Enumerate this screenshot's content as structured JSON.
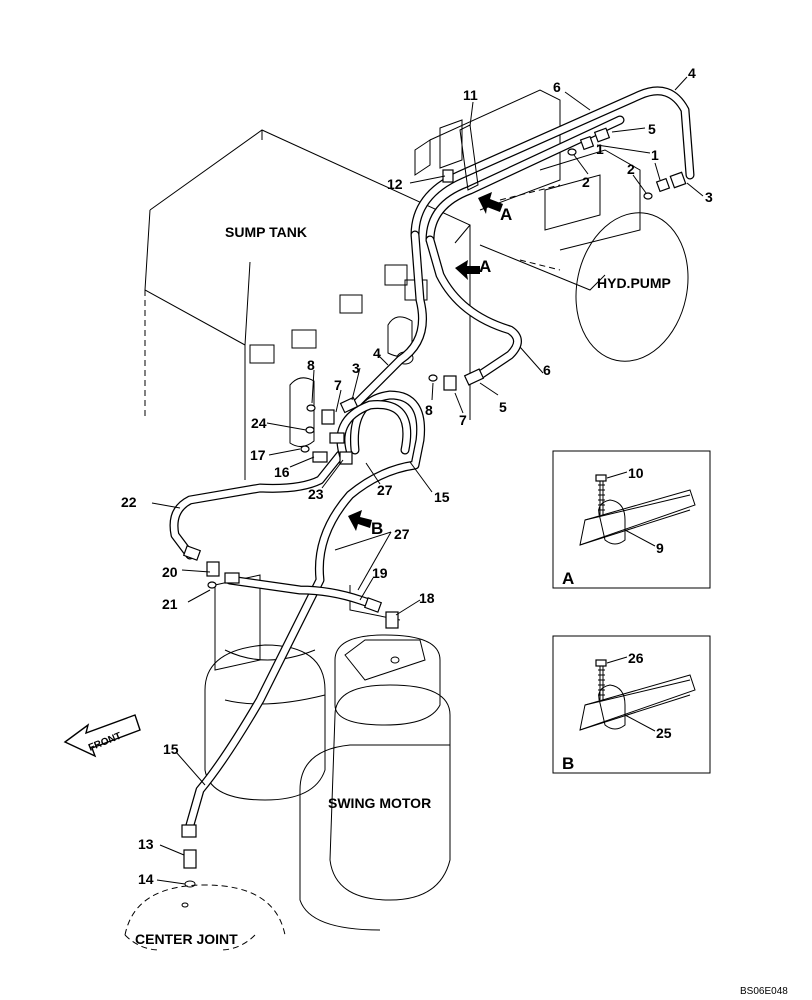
{
  "labels": {
    "sump_tank": "SUMP TANK",
    "hyd_pump": "HYD.PUMP",
    "swing_motor": "SWING MOTOR",
    "center_joint": "CENTER JOINT",
    "front": "FRONT",
    "figure_code": "BS06E048",
    "view_a": "A",
    "view_b": "B"
  },
  "callouts": {
    "c1a": "1",
    "c1b": "1",
    "c2a": "2",
    "c2b": "2",
    "c3a": "3",
    "c3b": "3",
    "c4a": "4",
    "c4b": "4",
    "c5a": "5",
    "c5b": "5",
    "c6a": "6",
    "c6b": "6",
    "c7a": "7",
    "c7b": "7",
    "c8a": "8",
    "c8b": "8",
    "c9": "9",
    "c10": "10",
    "c11": "11",
    "c12": "12",
    "c13": "13",
    "c14": "14",
    "c15a": "15",
    "c15b": "15",
    "c16": "16",
    "c17": "17",
    "c18": "18",
    "c19": "19",
    "c20": "20",
    "c21": "21",
    "c22": "22",
    "c23": "23",
    "c24": "24",
    "c25": "25",
    "c26": "26",
    "c27a": "27",
    "c27b": "27",
    "arrow_a1": "A",
    "arrow_a2": "A",
    "arrow_b": "B"
  }
}
